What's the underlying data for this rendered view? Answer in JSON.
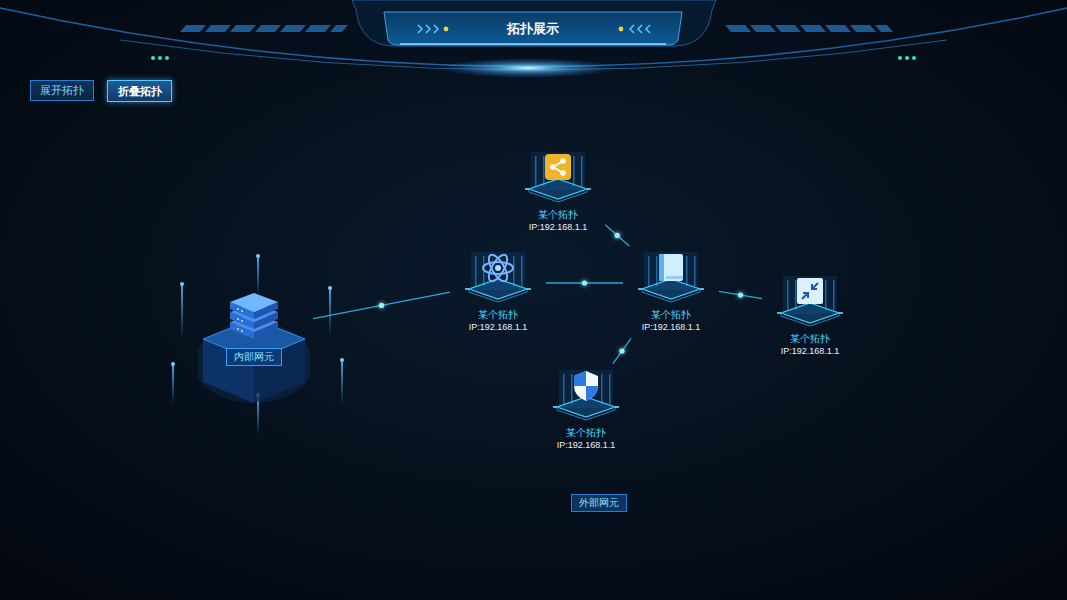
{
  "diagram": {
    "title": "拓扑展示",
    "nodes": [
      {
        "text": [
          "展开拓扑"
        ]
      },
      {
        "text": [
          "折叠拓扑"
        ]
      },
      {
        "text": [
          "某个拓扑",
          "IP:192.168.1.1"
        ]
      },
      {
        "text": [
          "内部网元"
        ]
      },
      {
        "text": [
          "某个拓扑",
          "IP:192.168.1.1"
        ]
      },
      {
        "text": [
          "某个拓扑",
          "IP:192.168.1.1"
        ]
      },
      {
        "text": [
          "某个拓扑",
          "IP:192.168.1.1"
        ]
      },
      {
        "text": [
          "某个拓扑",
          "IP:192.168.1.1"
        ]
      },
      {
        "text": [
          "外部网元"
        ]
      }
    ],
    "edges": [
      {
        "from": 3,
        "to": 4,
        "arrow": "none"
      },
      {
        "from": 4,
        "to": 5,
        "arrow": "none"
      },
      {
        "from": 2,
        "to": 5,
        "arrow": "none"
      },
      {
        "from": 5,
        "to": 6,
        "arrow": "none"
      },
      {
        "from": 7,
        "to": 5,
        "arrow": "none"
      }
    ]
  }
}
